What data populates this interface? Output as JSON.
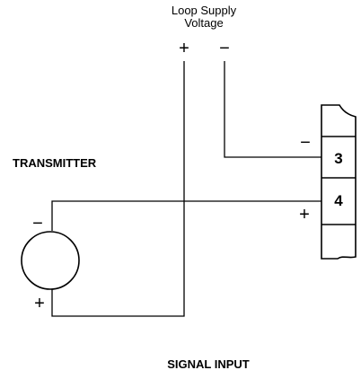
{
  "supply": {
    "title_line1": "Loop Supply",
    "title_line2": "Voltage",
    "plus": "+",
    "minus": "−"
  },
  "transmitter": {
    "label": "TRANSMITTER",
    "minus": "−",
    "plus": "+"
  },
  "terminal_block": {
    "terminals": [
      {
        "number": "3",
        "polarity": "−"
      },
      {
        "number": "4",
        "polarity": "+"
      }
    ]
  },
  "footer": {
    "label": "SIGNAL INPUT"
  }
}
